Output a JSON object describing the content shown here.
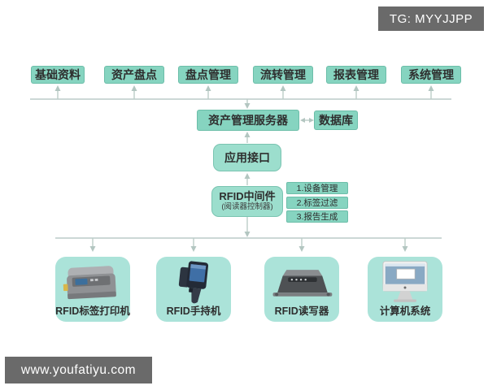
{
  "header": {
    "tg_badge": "TG: MYYJJPP"
  },
  "footer": {
    "site": "www.youfatiyu.com"
  },
  "modules": [
    {
      "label": "基础资料"
    },
    {
      "label": "资产盘点"
    },
    {
      "label": "盘点管理"
    },
    {
      "label": "流转管理"
    },
    {
      "label": "报表管理"
    },
    {
      "label": "系统管理"
    }
  ],
  "server": {
    "label": "资产管理服务器"
  },
  "database": {
    "label": "数据库"
  },
  "api": {
    "label": "应用接口"
  },
  "middleware": {
    "title": "RFID中间件",
    "subtitle": "(阅读器控制器)",
    "functions": [
      {
        "label": "1.设备管理"
      },
      {
        "label": "2.标签过滤"
      },
      {
        "label": "3.报告生成"
      }
    ]
  },
  "devices": [
    {
      "label": "RFID标签打印机",
      "icon": "rfid-label-printer"
    },
    {
      "label": "RFID手持机",
      "icon": "rfid-handheld-reader"
    },
    {
      "label": "RFID读写器",
      "icon": "rfid-fixed-reader"
    },
    {
      "label": "计算机系统",
      "icon": "desktop-computer"
    }
  ],
  "colors": {
    "box_teal": "#86d4c0",
    "soft_teal": "#9cdecd",
    "card_teal": "#abe3d9",
    "badge_gray": "#6a6a6a",
    "connector": "#bcccc8",
    "text": "#2e2e2e"
  }
}
